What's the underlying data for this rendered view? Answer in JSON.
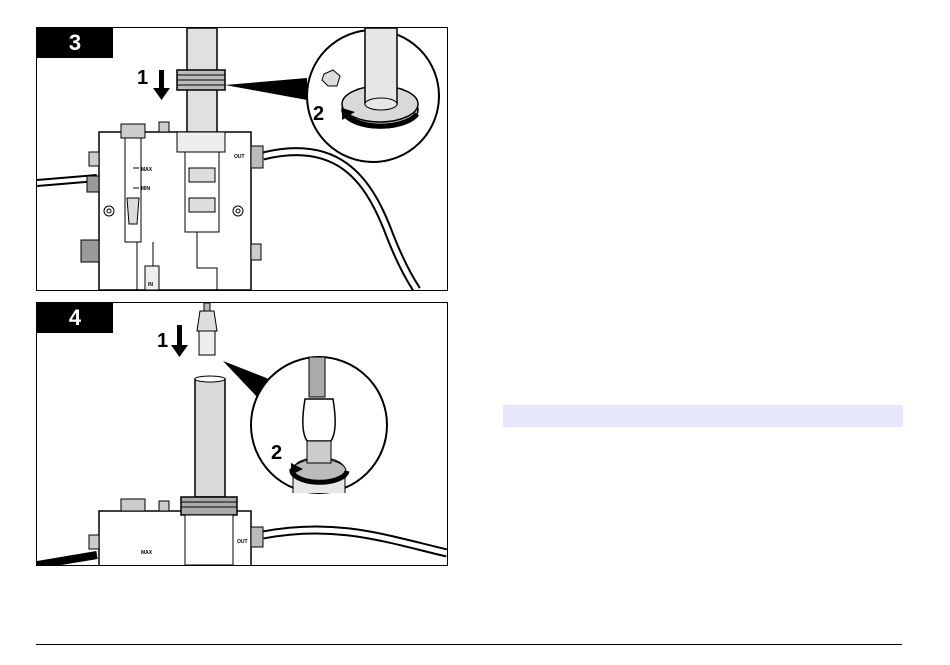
{
  "figure": {
    "step3": {
      "badge": "3",
      "callout_1": "1",
      "callout_2": "2",
      "label_max": "MAX",
      "label_min": "MIN",
      "label_out": "OUT",
      "label_in": "IN"
    },
    "step4": {
      "badge": "4",
      "callout_1": "1",
      "callout_2": "2",
      "label_max": "MAX",
      "label_out": "OUT"
    }
  },
  "colors": {
    "highlight": "#e6e6fa",
    "ink": "#000000",
    "metal": "#d9d9d9"
  }
}
